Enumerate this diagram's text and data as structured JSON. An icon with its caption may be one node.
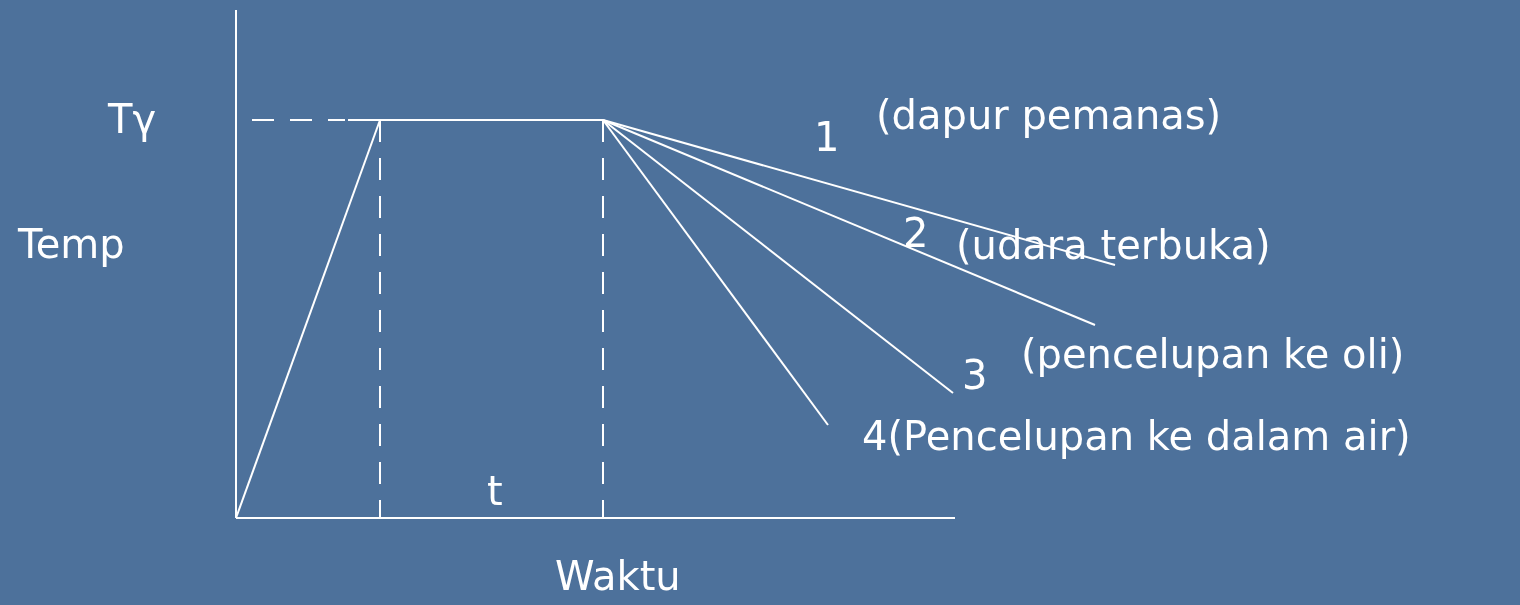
{
  "diagram": {
    "labels": [
      "Tγ",
      "Temp",
      "1",
      "(dapur pemanas)",
      "2",
      "(udara terbuka)",
      "3",
      "(pencelupan ke oli)",
      "4(Pencelupan ke dalam air)",
      "t",
      "Waktu"
    ]
  }
}
